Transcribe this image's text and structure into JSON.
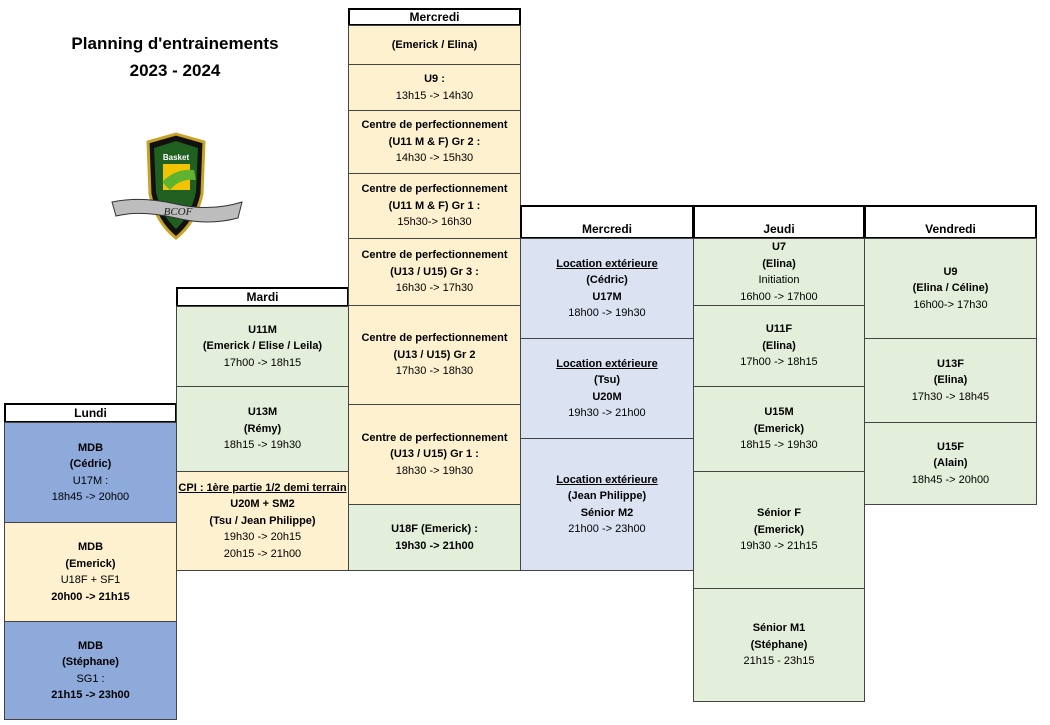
{
  "title": {
    "line1": "Planning d'entrainements",
    "line2": "2023 - 2024"
  },
  "logo": {
    "top_text": "Basket",
    "banner_text": "BCOF"
  },
  "days": {
    "lundi": "Lundi",
    "mardi": "Mardi",
    "mercredi_top": "Mercredi",
    "mercredi": "Mercredi",
    "jeudi": "Jeudi",
    "vendredi": "Vendredi"
  },
  "lundi": [
    {
      "l1": "MDB",
      "l2": "(Cédric)",
      "l3": "U17M :",
      "l4": "18h45 -> 20h00"
    },
    {
      "l1": "MDB",
      "l2": "(Emerick)",
      "l3": "U18F + SF1",
      "l4": "20h00 -> 21h15"
    },
    {
      "l1": "MDB",
      "l2": "(Stéphane)",
      "l3": "SG1  :",
      "l4": "21h15 -> 23h00"
    }
  ],
  "mardi": [
    {
      "l1": "U11M",
      "l2": "(Emerick / Elise / Leila)",
      "l3": "17h00 -> 18h15"
    },
    {
      "l1": "U13M",
      "l2": "(Rémy)",
      "l3": "18h15 -> 19h30"
    },
    {
      "l0": "CPI : 1ère partie 1/2 demi terrain",
      "l1": "U20M + SM2",
      "l2": "(Tsu / Jean Philippe)",
      "l3": "19h30 -> 20h15",
      "l4": "20h15 -> 21h00"
    }
  ],
  "mercredi_a": [
    {
      "l1": "(Emerick / Elina)"
    },
    {
      "l1": "U9 :",
      "l2": "13h15 -> 14h30"
    },
    {
      "l1": "Centre de perfectionnement",
      "l2": "(U11 M & F) Gr 2 :",
      "l3": "14h30 -> 15h30"
    },
    {
      "l1": "Centre de perfectionnement",
      "l2": "(U11 M & F) Gr 1 :",
      "l3": "15h30-> 16h30"
    },
    {
      "l1": "Centre de perfectionnement",
      "l2": "(U13 / U15) Gr 3 :",
      "l3": "16h30 -> 17h30"
    },
    {
      "l1": "Centre de perfectionnement",
      "l2": "(U13 / U15) Gr 2",
      "l3": "17h30 -> 18h30"
    },
    {
      "l1": "Centre de perfectionnement",
      "l2": "(U13 / U15) Gr 1 :",
      "l3": "18h30 -> 19h30"
    },
    {
      "l1": "U18F (Emerick) :",
      "l2": "19h30 -> 21h00"
    }
  ],
  "mercredi_b": [
    {
      "l1": "Location extérieure",
      "l2": "(Cédric)",
      "l3": "U17M",
      "l4": "18h00 -> 19h30"
    },
    {
      "l1": "Location extérieure",
      "l2": "(Tsu)",
      "l3": "U20M",
      "l4": "19h30 -> 21h00"
    },
    {
      "l1": "Location extérieure",
      "l2": "(Jean Philippe)",
      "l3": "Sénior M2",
      "l4": "21h00 -> 23h00"
    }
  ],
  "jeudi": [
    {
      "l1": "U7",
      "l2": "(Elina)",
      "l3": "Initiation",
      "l4": "16h00 -> 17h00"
    },
    {
      "l1": "U11F",
      "l2": "(Elina)",
      "l3": "17h00 -> 18h15"
    },
    {
      "l1": "U15M",
      "l2": "(Emerick)",
      "l3": "18h15 -> 19h30"
    },
    {
      "l1": "Sénior F",
      "l2": "(Emerick)",
      "l3": "19h30 -> 21h15"
    },
    {
      "l1": "Sénior M1",
      "l2": "(Stéphane)",
      "l3": "21h15 - 23h15"
    }
  ],
  "vendredi": [
    {
      "l1": "U9",
      "l2": "(Elina / Céline)",
      "l3": "16h00-> 17h30"
    },
    {
      "l1": "U13F",
      "l2": "(Elina)",
      "l3": "17h30 -> 18h45"
    },
    {
      "l1": "U15F",
      "l2": "(Alain)",
      "l3": "18h45 -> 20h00"
    }
  ],
  "colors": {
    "yellow": "#fdf1cf",
    "green": "#e3efda",
    "lavender": "#dbe2f2",
    "blue": "#8eaadb"
  }
}
